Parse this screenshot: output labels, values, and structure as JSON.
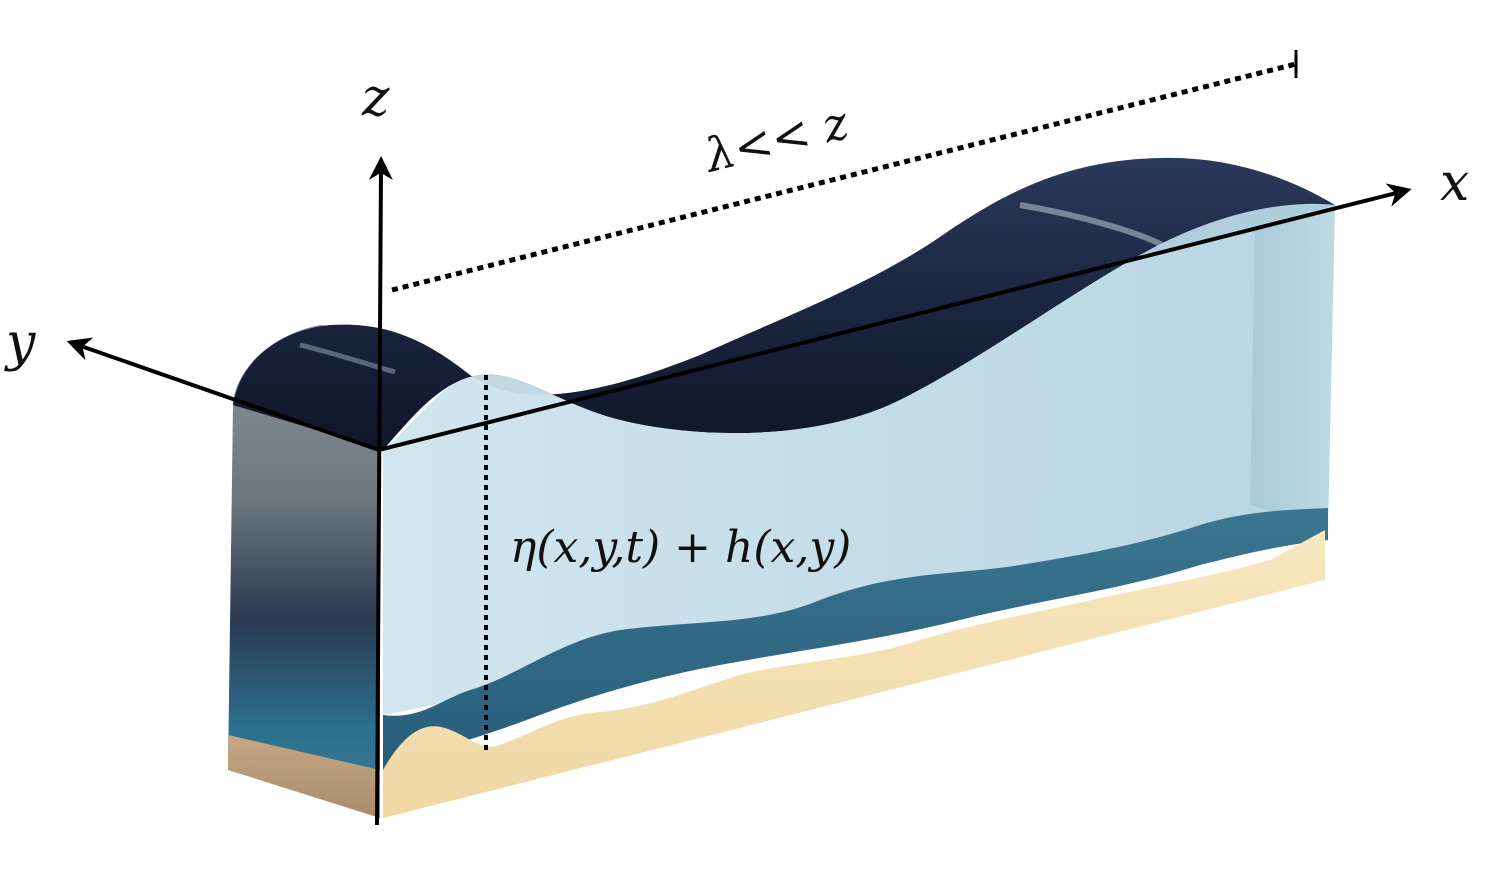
{
  "labels": {
    "z_axis": "z",
    "x_axis": "x",
    "y_axis": "y",
    "wavelength_relation": "λ<< z",
    "depth_expression": "η(x,y,t) + h(x,y)"
  },
  "colors": {
    "water_surface_dark": "#1b2640",
    "water_side_light": "#bcd9e6",
    "water_bottom_layer": "#2f6b86",
    "sand_bed": "#f3dfae",
    "sand_bed_shadow": "#b99c78",
    "front_face_gray": "#9aa5ad",
    "axis_black": "#000000"
  }
}
